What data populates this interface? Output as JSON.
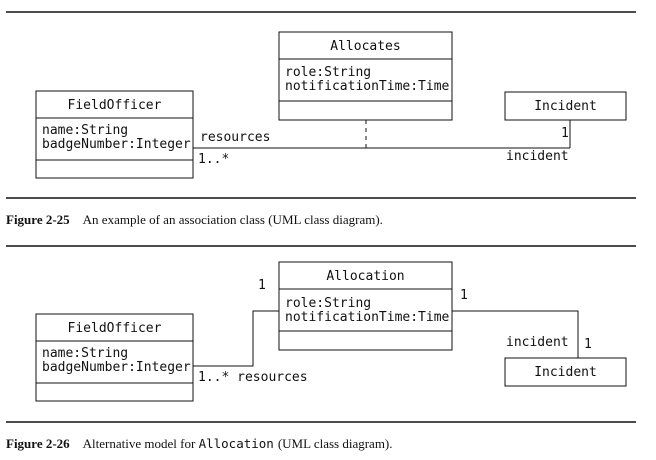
{
  "figure1": {
    "classes": {
      "field_officer": {
        "name": "FieldOfficer",
        "attr1": "name:String",
        "attr2": "badgeNumber:Integer"
      },
      "allocates": {
        "name": "Allocates",
        "attr1": "role:String",
        "attr2": "notificationTime:Time"
      },
      "incident": {
        "name": "Incident"
      }
    },
    "labels": {
      "role_resources": "resources",
      "mult_many": "1..*",
      "mult_one": "1",
      "role_incident": "incident"
    },
    "caption": {
      "number": "Figure 2-25",
      "text": "An example of an association class (UML class diagram)."
    }
  },
  "figure2": {
    "classes": {
      "field_officer": {
        "name": "FieldOfficer",
        "attr1": "name:String",
        "attr2": "badgeNumber:Integer"
      },
      "allocation": {
        "name": "Allocation",
        "attr1": "role:String",
        "attr2": "notificationTime:Time"
      },
      "incident": {
        "name": "Incident"
      }
    },
    "labels": {
      "mult_many_resources": "1..* resources",
      "mult_one_alloc_left": "1",
      "mult_one_alloc_right": "1",
      "role_incident": "incident",
      "mult_one_incident": "1"
    },
    "caption": {
      "number": "Figure 2-26",
      "text_before": "Alternative model for ",
      "code": "Allocation",
      "text_after": " (UML class diagram)."
    }
  }
}
